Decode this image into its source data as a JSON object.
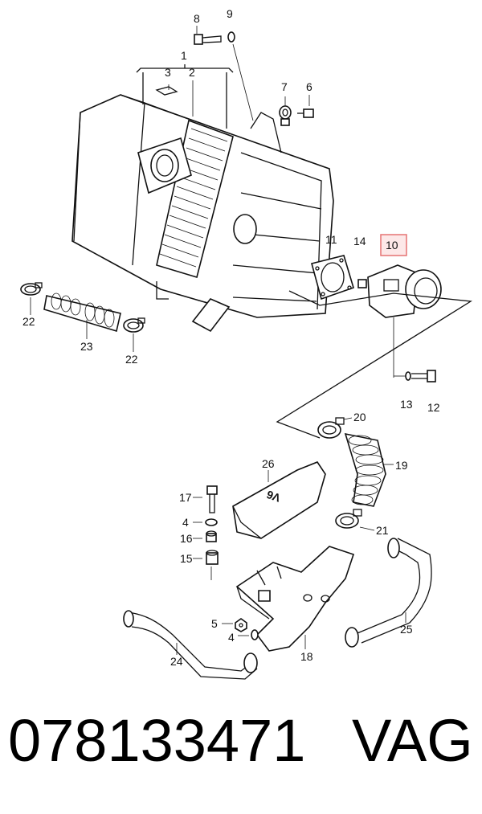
{
  "diagram": {
    "callouts": [
      "1",
      "2",
      "3",
      "4",
      "4",
      "5",
      "6",
      "7",
      "8",
      "9",
      "10",
      "11",
      "12",
      "13",
      "14",
      "15",
      "16",
      "17",
      "18",
      "19",
      "20",
      "21",
      "22",
      "22",
      "23",
      "24",
      "25",
      "26"
    ],
    "engine_cover_text": "V6",
    "highlight_color": "#e57373"
  },
  "footer": {
    "part_number": "078133471",
    "brand": "VAG"
  }
}
